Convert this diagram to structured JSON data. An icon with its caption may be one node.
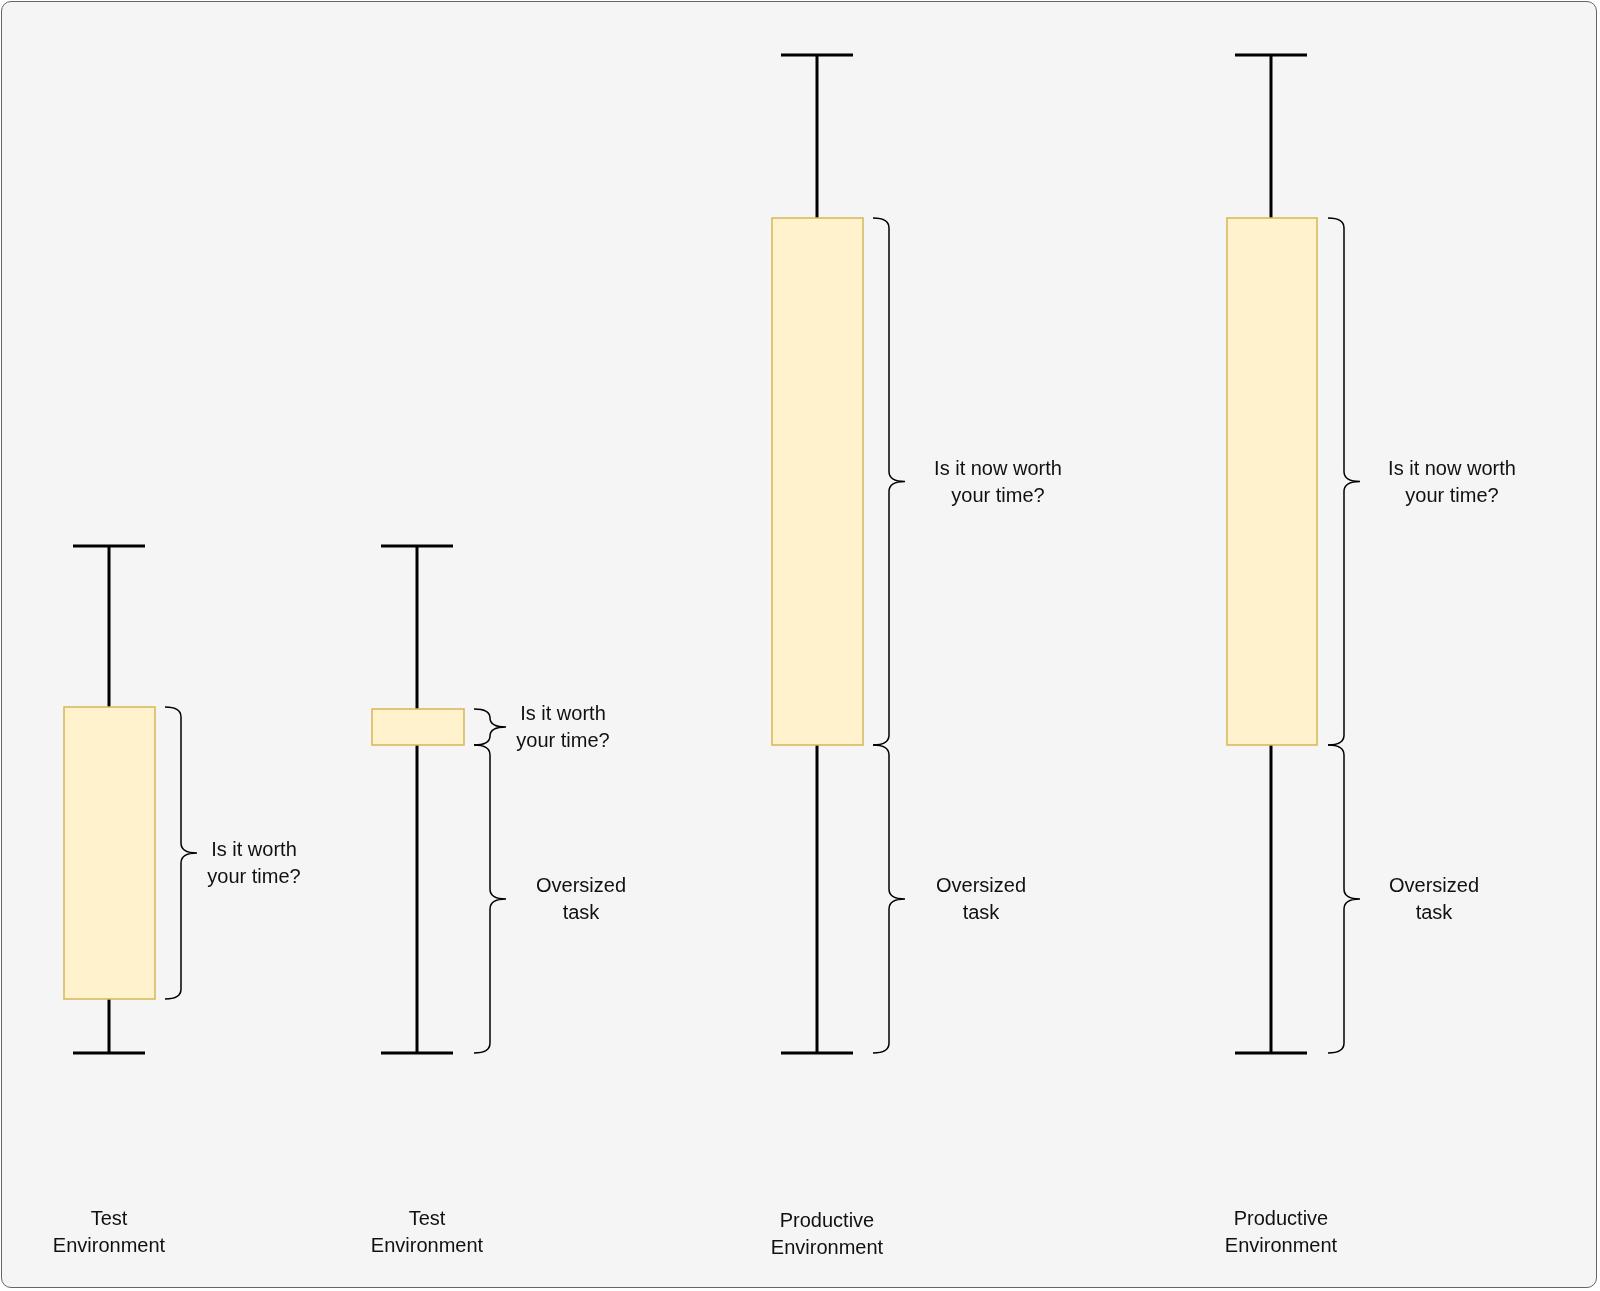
{
  "diagram": {
    "labels": [
      "Is it now worth your time?",
      "Is it now worth your time?",
      "Is it worth your time?",
      "Is it worth your time?",
      "Oversized task",
      "Oversized task",
      "Oversized task",
      "Test Environment",
      "Test Environment",
      "Productive Environment",
      "Productive Environment"
    ]
  }
}
